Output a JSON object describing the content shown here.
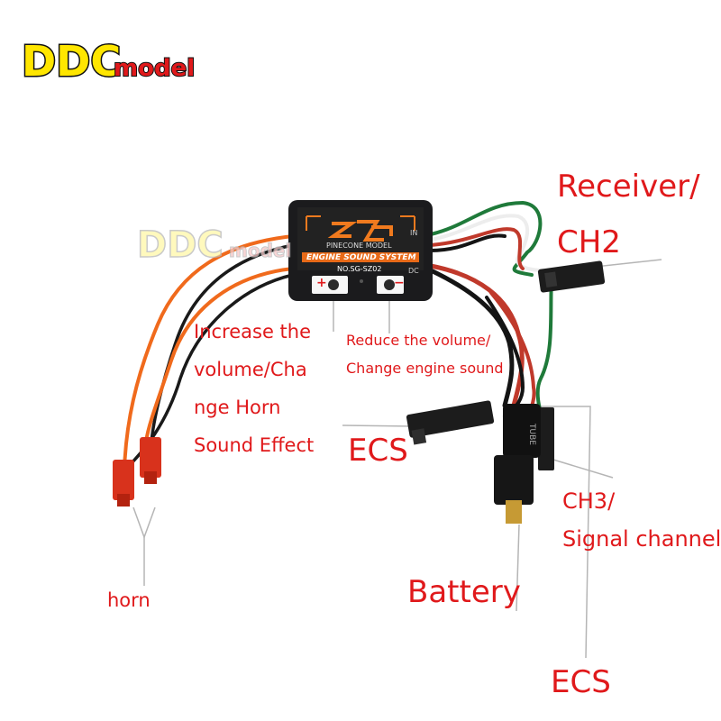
{
  "brand": {
    "logo_text_main": "DDC",
    "logo_text_sub": "model",
    "colors": {
      "logo_fill": "#ffe600",
      "logo_outline": "#111111",
      "label_red": "#e0191b",
      "device_body": "#1b1b1d",
      "device_accent": "#f07a1e"
    }
  },
  "device": {
    "brand_line": "PINECONE MODEL",
    "title": "ENGINE SOUND SYSTEM",
    "model": "NO.SG-SZ02",
    "port_in": "IN",
    "port_dc": "DC",
    "button_plus": "+",
    "button_minus": "−"
  },
  "connector": {
    "brand_text": "TUBE"
  },
  "labels": {
    "receiver_1": "Receiver/",
    "receiver_2": "CH2",
    "increase_1": "Increase the",
    "increase_2": "volume/Cha",
    "increase_3": "nge Horn",
    "increase_4": "Sound Effect",
    "reduce_1": "Reduce the volume/",
    "reduce_2": "Change engine sound",
    "ecs_left": "ECS",
    "ch3_1": "CH3/",
    "ch3_2": "Signal channel",
    "battery": "Battery",
    "horn": "horn",
    "ecs_bottom": "ECS"
  }
}
